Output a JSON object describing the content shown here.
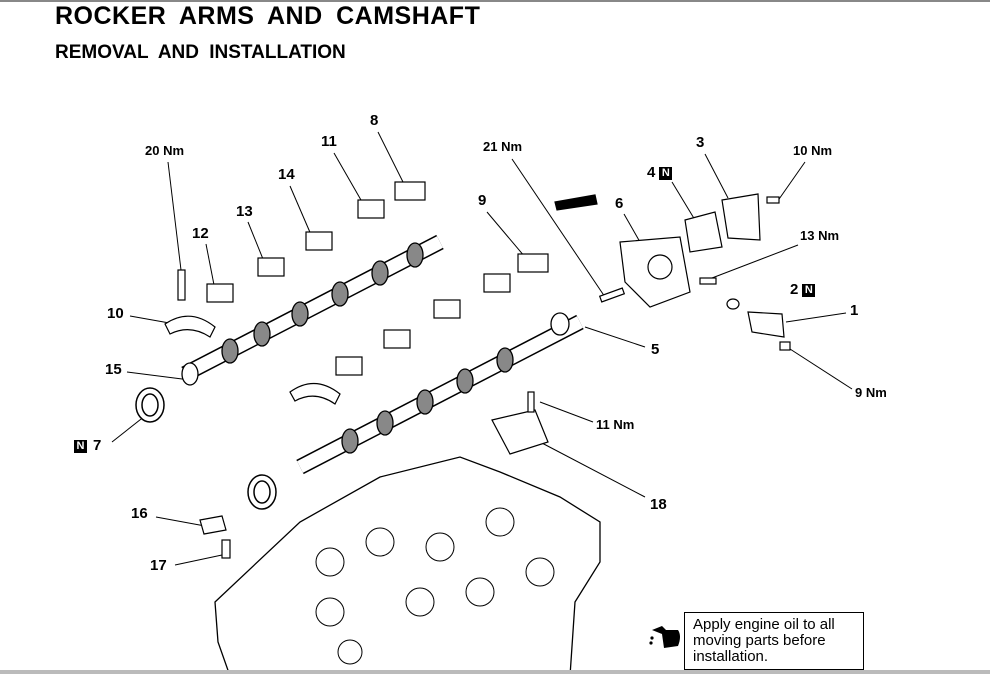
{
  "header": {
    "title": "ROCKER ARMS AND CAMSHAFT",
    "subtitle": "REMOVAL AND INSTALLATION"
  },
  "callouts": {
    "c20nm": "20 Nm",
    "c12": "12",
    "c13": "13",
    "c14": "14",
    "c11": "11",
    "c8": "8",
    "c10": "10",
    "c15": "15",
    "c7": "7",
    "c9": "9",
    "c21nm": "21 Nm",
    "c4": "4",
    "c6": "6",
    "c3": "3",
    "c10nm": "10 Nm",
    "c13nm": "13 Nm",
    "c2": "2",
    "c1": "1",
    "c9nm": "9 Nm",
    "c5": "5",
    "c11nm": "11 Nm",
    "c18": "18",
    "c16": "16",
    "c17": "17"
  },
  "new_part_mark": "N",
  "note": {
    "icon": "oil-can-icon",
    "text": "Apply engine oil to all moving parts before installation."
  }
}
